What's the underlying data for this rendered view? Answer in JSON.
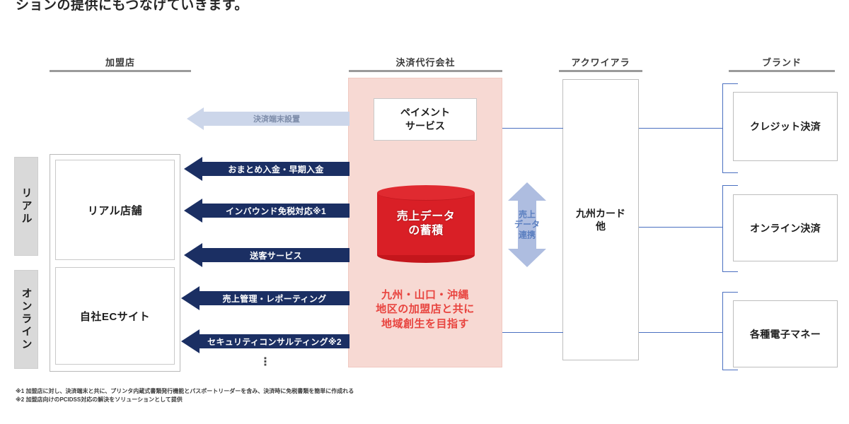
{
  "top_text": "ションの提供にもつなげていきます。",
  "columns": [
    {
      "id": "merchant",
      "label": "加盟店"
    },
    {
      "id": "psp",
      "label": "決済代行会社"
    },
    {
      "id": "acquirer",
      "label": "アクワイアラ"
    },
    {
      "id": "brand",
      "label": "ブランド"
    }
  ],
  "channels": [
    {
      "id": "real",
      "label": "リアル"
    },
    {
      "id": "online",
      "label": "オンライン"
    }
  ],
  "merchants": [
    {
      "id": "real-store",
      "label": "リアル店舗"
    },
    {
      "id": "ec-site",
      "label": "自社ECサイト"
    }
  ],
  "service_arrows": [
    {
      "id": "terminal",
      "label": "決済端末設置",
      "style": "pale"
    },
    {
      "id": "consolidated-deposit",
      "label": "おまとめ入金・早期入金",
      "style": "navy"
    },
    {
      "id": "inbound-tax-free",
      "label": "インバウンド免税対応※1",
      "style": "navy"
    },
    {
      "id": "referral",
      "label": "送客サービス",
      "style": "navy"
    },
    {
      "id": "sales-reporting",
      "label": "売上管理・レポーティング",
      "style": "navy"
    },
    {
      "id": "security-consulting",
      "label": "セキュリティコンサルティング※2",
      "style": "navy"
    }
  ],
  "more_indicator": "⋮",
  "psp": {
    "payment_service": {
      "line1": "ペイメント",
      "line2": "サービス"
    },
    "database": {
      "line1": "売上データ",
      "line2": "の蓄積"
    },
    "caption": {
      "line1": "九州・山口・沖縄",
      "line2": "地区の加盟店と共に",
      "line3": "地域創生を目指す"
    }
  },
  "link_arrow": {
    "line1": "売上",
    "line2": "データ",
    "line3": "連携"
  },
  "acquirer": {
    "line1": "九州カード",
    "line2": "他"
  },
  "brands": [
    {
      "id": "credit",
      "label": "クレジット決済"
    },
    {
      "id": "online-pay",
      "label": "オンライン決済"
    },
    {
      "id": "emoney",
      "label": "各種電子マネー"
    }
  ],
  "footnotes": [
    "※1 加盟店に対し、決済端末と共に、プリンタ内蔵式書類発行機能とパスポートリーダーを含み、決済時に免税書類を簡単に作成れる",
    "※2 加盟店向けのPCIDSS対応の解決をソリューションとして提供"
  ],
  "colors": {
    "navy": "#1b2f63",
    "pale_blue": "#ccd6ea",
    "pink_panel": "#f7d9d3",
    "red": "#d91f26",
    "link_blue": "#5b7fc0",
    "connector": "#4a6fc0"
  }
}
